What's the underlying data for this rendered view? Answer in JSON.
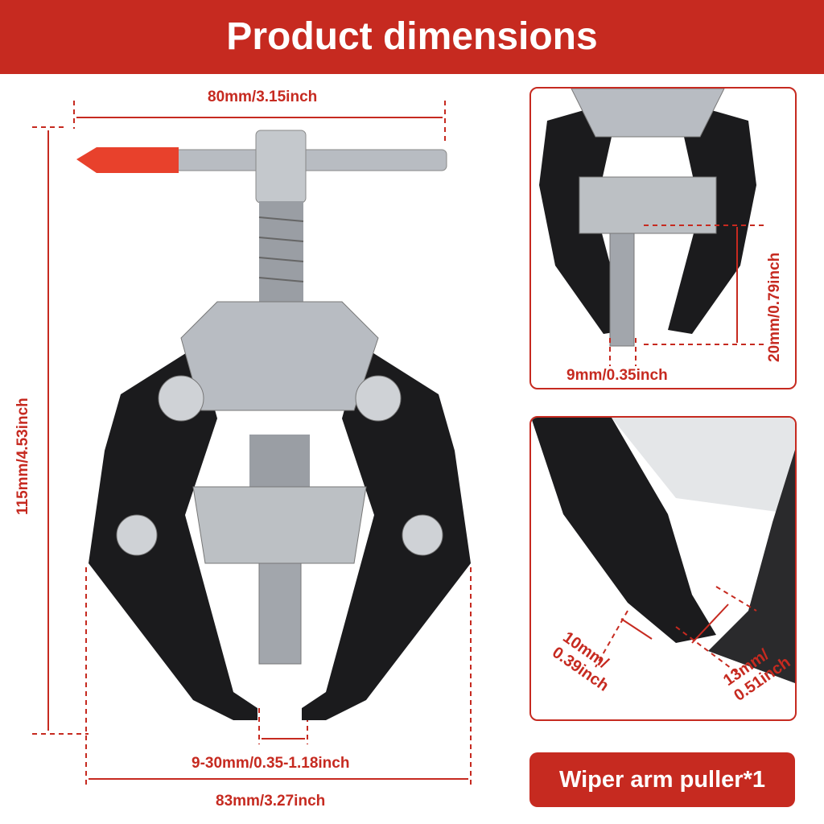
{
  "title": "Product dimensions",
  "dimensions": {
    "top_width": "80mm/3.15inch",
    "height": "115mm/4.53inch",
    "jaw_range": "9-30mm/0.35-1.18inch",
    "bottom_width": "83mm/3.27inch",
    "inset_tip_width": "9mm/0.35inch",
    "inset_tip_height": "20mm/0.79inch",
    "jaw_depth_1": "10mm/\n0.39inch",
    "jaw_depth_2": "13mm/\n0.51inch"
  },
  "badge": "Wiper arm puller*1",
  "colors": {
    "accent": "#c62a20",
    "handle": "#e8412c",
    "metal": "#b8bcc2",
    "body": "#1b1b1d"
  }
}
